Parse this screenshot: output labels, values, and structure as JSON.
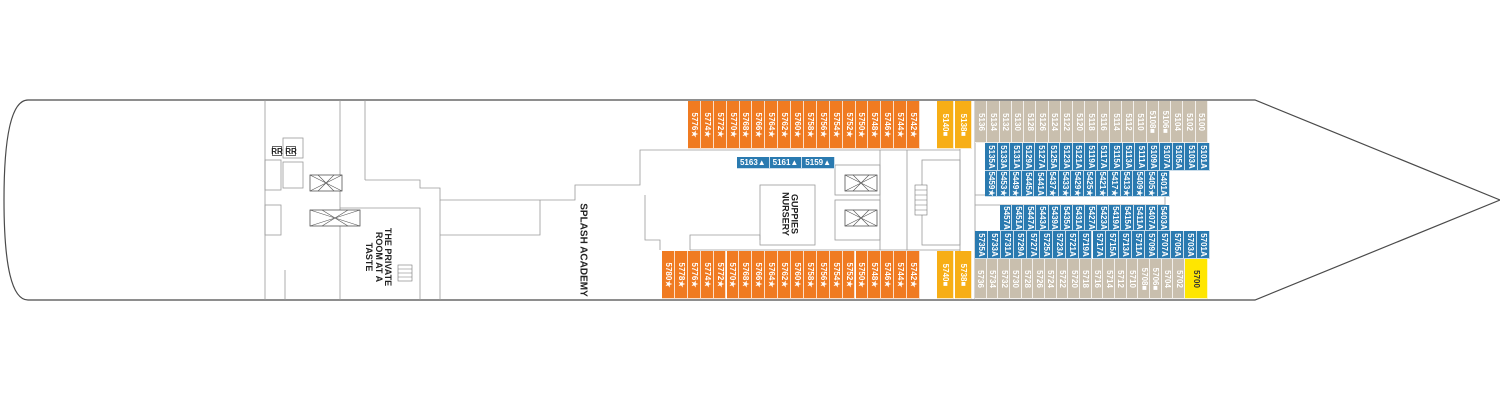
{
  "colors": {
    "orange": "#f07b21",
    "blue": "#2a7ab0",
    "beige": "#c9bfae",
    "yellow": "#f7ae16",
    "bright_yellow": "#ffe600",
    "hull_stroke": "#4a4a4a",
    "wall_stroke": "#9a9a9a"
  },
  "icons": {
    "elevator": "crossed-box-icon",
    "stairs": "striped-box-icon",
    "balcony": "star-icon",
    "accessible": "triangle-icon",
    "suite": "square-icon"
  },
  "labels": {
    "restroom_1": "RR",
    "restroom_2": "RR",
    "private_room": "THE PRIVATE ROOM AT A TASTE",
    "splash_academy": "SPLASH ACADEMY",
    "guppies_nursery": "GUPPIES NURSERY"
  },
  "orange_top": [
    "5776★",
    "5774★",
    "5772★",
    "5770★",
    "5768★",
    "5766★",
    "5764★",
    "5762★",
    "5760★",
    "5758★",
    "5756★",
    "5754★",
    "5752★",
    "5750★",
    "5748★",
    "5746★",
    "5744★",
    "5742★"
  ],
  "orange_bottom": [
    "5780★",
    "5778★",
    "5776★",
    "5774★",
    "5772★",
    "5770★",
    "5768★",
    "5766★",
    "5764★",
    "5762★",
    "5760★",
    "5758★",
    "5756★",
    "5754★",
    "5752★",
    "5750★",
    "5748★",
    "5746★",
    "5744★",
    "5742★"
  ],
  "accessible_cabins": [
    "5163▲",
    "5161▲",
    "5159▲"
  ],
  "yellow_cabins": [
    "5140■",
    "5138■",
    "5740■",
    "5738■"
  ],
  "beige_top": [
    "5136",
    "5134",
    "5132",
    "5130",
    "5128",
    "5126",
    "5124",
    "5122",
    "5120",
    "5118",
    "5116",
    "5114",
    "5112",
    "5110",
    "5108■",
    "5106■",
    "5104",
    "5102",
    "5100"
  ],
  "blue_row1": [
    "5135A",
    "5133A",
    "5131A",
    "5129A",
    "5127A",
    "5125A",
    "5123A",
    "5121A",
    "5119A",
    "5117A",
    "5115A",
    "5113A",
    "5111A",
    "5109A",
    "5107A",
    "5105A",
    "5103A",
    "5101A"
  ],
  "blue_row2": [
    "5459★",
    "5453★",
    "5449★",
    "5445A",
    "5441A",
    "5437★",
    "5433★",
    "5429★",
    "5425★",
    "5421★",
    "5417★",
    "5413★",
    "5409★",
    "5405★",
    "5401A"
  ],
  "blue_row3": [
    "5457A",
    "5451A",
    "5447A",
    "5443A",
    "5439A",
    "5435A",
    "5431A",
    "5427A",
    "5423A",
    "5419A",
    "5415A",
    "5411A",
    "5407A",
    "5403A"
  ],
  "blue_row4": [
    "5735A",
    "5733A",
    "5731A",
    "5729A",
    "5727A",
    "5725A",
    "5723A",
    "5721A",
    "5719A",
    "5717A",
    "5715A",
    "5713A",
    "5711A",
    "5709A",
    "5707A",
    "5705A",
    "5703A",
    "5701A"
  ],
  "beige_bottom": [
    "5736",
    "5734",
    "5732",
    "5730",
    "5728",
    "5726",
    "5724",
    "5722",
    "5720",
    "5718",
    "5716",
    "5714",
    "5712",
    "5710",
    "5708■",
    "5706■",
    "5704",
    "5702"
  ],
  "bright_cabin": "5700"
}
